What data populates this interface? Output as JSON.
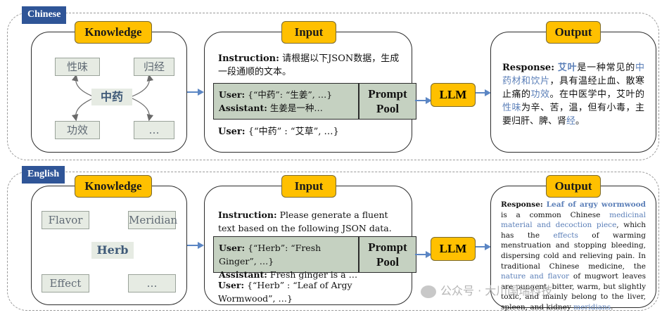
{
  "sections": {
    "zh": {
      "tag": "Chinese",
      "knowledge_label": "Knowledge",
      "center": "中药",
      "nodes": {
        "tl": "性味",
        "tr": "归经",
        "bl": "功效",
        "br": "…"
      },
      "input_label": "Input",
      "instruction_key": "Instruction:",
      "instruction_text": "请根据以下JSON数据，生成一段通顺的文本。",
      "pp_user_key": "User:",
      "pp_user_val": "{“中药”: “生姜”, …}",
      "pp_asst_key": "Assistant:",
      "pp_asst_val": "生姜是一种…",
      "pp_label_1": "Prompt",
      "pp_label_2": "Pool",
      "user_key": "User:",
      "user_val": "{“中药” : “艾草”, …}",
      "llm": "LLM",
      "output_label": "Output",
      "response": {
        "key": "Response:",
        "s1": "艾叶",
        "t1": "是一种常见的",
        "s2": "中药材和饮片",
        "t2": "，具有温经止血、散寒止痛的",
        "s3": "功效",
        "t3": "。在中医学中，艾叶的",
        "s4": "性味",
        "t4": "为辛、苦，温，但有小毒，主要归肝、脾、肾",
        "s5": "经",
        "t5": "。"
      }
    },
    "en": {
      "tag": "English",
      "knowledge_label": "Knowledge",
      "center": "Herb",
      "nodes": {
        "tl": "Flavor",
        "tr": "Meridian",
        "bl": "Effect",
        "br": "…"
      },
      "input_label": "Input",
      "instruction_key": "Instruction:",
      "instruction_text": "Please generate a fluent text based on the following JSON data.",
      "pp_user_key": "User:",
      "pp_user_val": "{“Herb”: “Fresh Ginger”, …}",
      "pp_asst_key": "Assistant:",
      "pp_asst_val": "Fresh ginger is a …",
      "pp_label_1": "Prompt",
      "pp_label_2": "Pool",
      "user_key": "User:",
      "user_val": "{“Herb” : “Leaf of Argy Wormwood”, …}",
      "llm": "LLM",
      "output_label": "Output",
      "response": {
        "key": "Response:",
        "s1": "Leaf of argy wormwood",
        "t1": " is a common Chinese ",
        "s2": "medicinal material and decoction piece",
        "t2": ", which has the ",
        "s3": "effects",
        "t3": " of warming menstruation and stopping bleeding, dispersing cold and relieving pain. In traditional Chinese medicine, the ",
        "s4": "nature and flavor",
        "t4": " of mugwort leaves are pungent, bitter, warm, but slightly toxic, and mainly belong to the liver, spleen, and kidney ",
        "s5": "meridians",
        "t5": "."
      }
    }
  },
  "watermark": "公众号 · 大川国瑞科技",
  "colors": {
    "accent": "#ffc000",
    "tag": "#2f5597",
    "highlight": "#5b7fb8",
    "node": "#e6ebe3",
    "pool": "#c5d1c1"
  }
}
